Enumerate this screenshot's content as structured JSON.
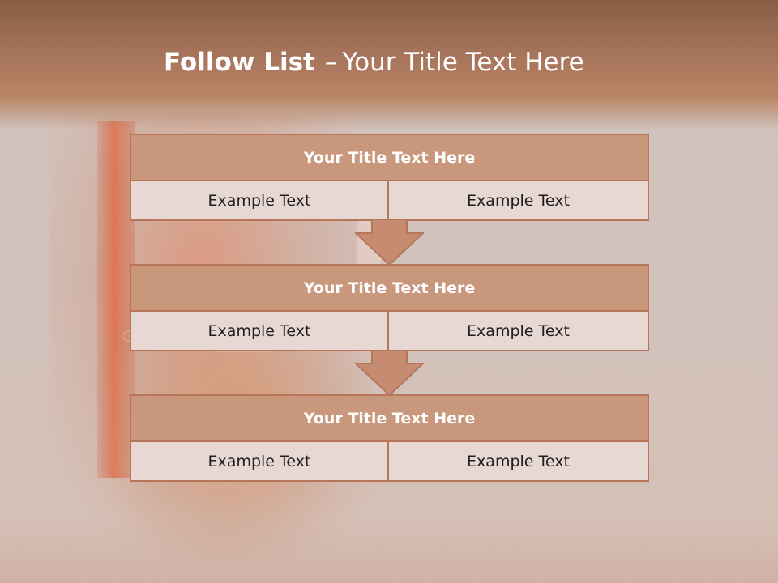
{
  "slide": {
    "title_bold": "Follow List",
    "title_dash": "–",
    "title_rest": "Your Title Text Here"
  },
  "colors": {
    "header_fill": "#c8977c",
    "border": "#b7755a",
    "cell_fill": "#e8d8d3",
    "arrow_fill": "#c58c72"
  },
  "blocks": [
    {
      "title": "Your Title Text Here",
      "left": "Example Text",
      "right": "Example Text"
    },
    {
      "title": "Your Title Text Here",
      "left": "Example Text",
      "right": "Example Text"
    },
    {
      "title": "Your Title Text Here",
      "left": "Example Text",
      "right": "Example Text"
    }
  ]
}
